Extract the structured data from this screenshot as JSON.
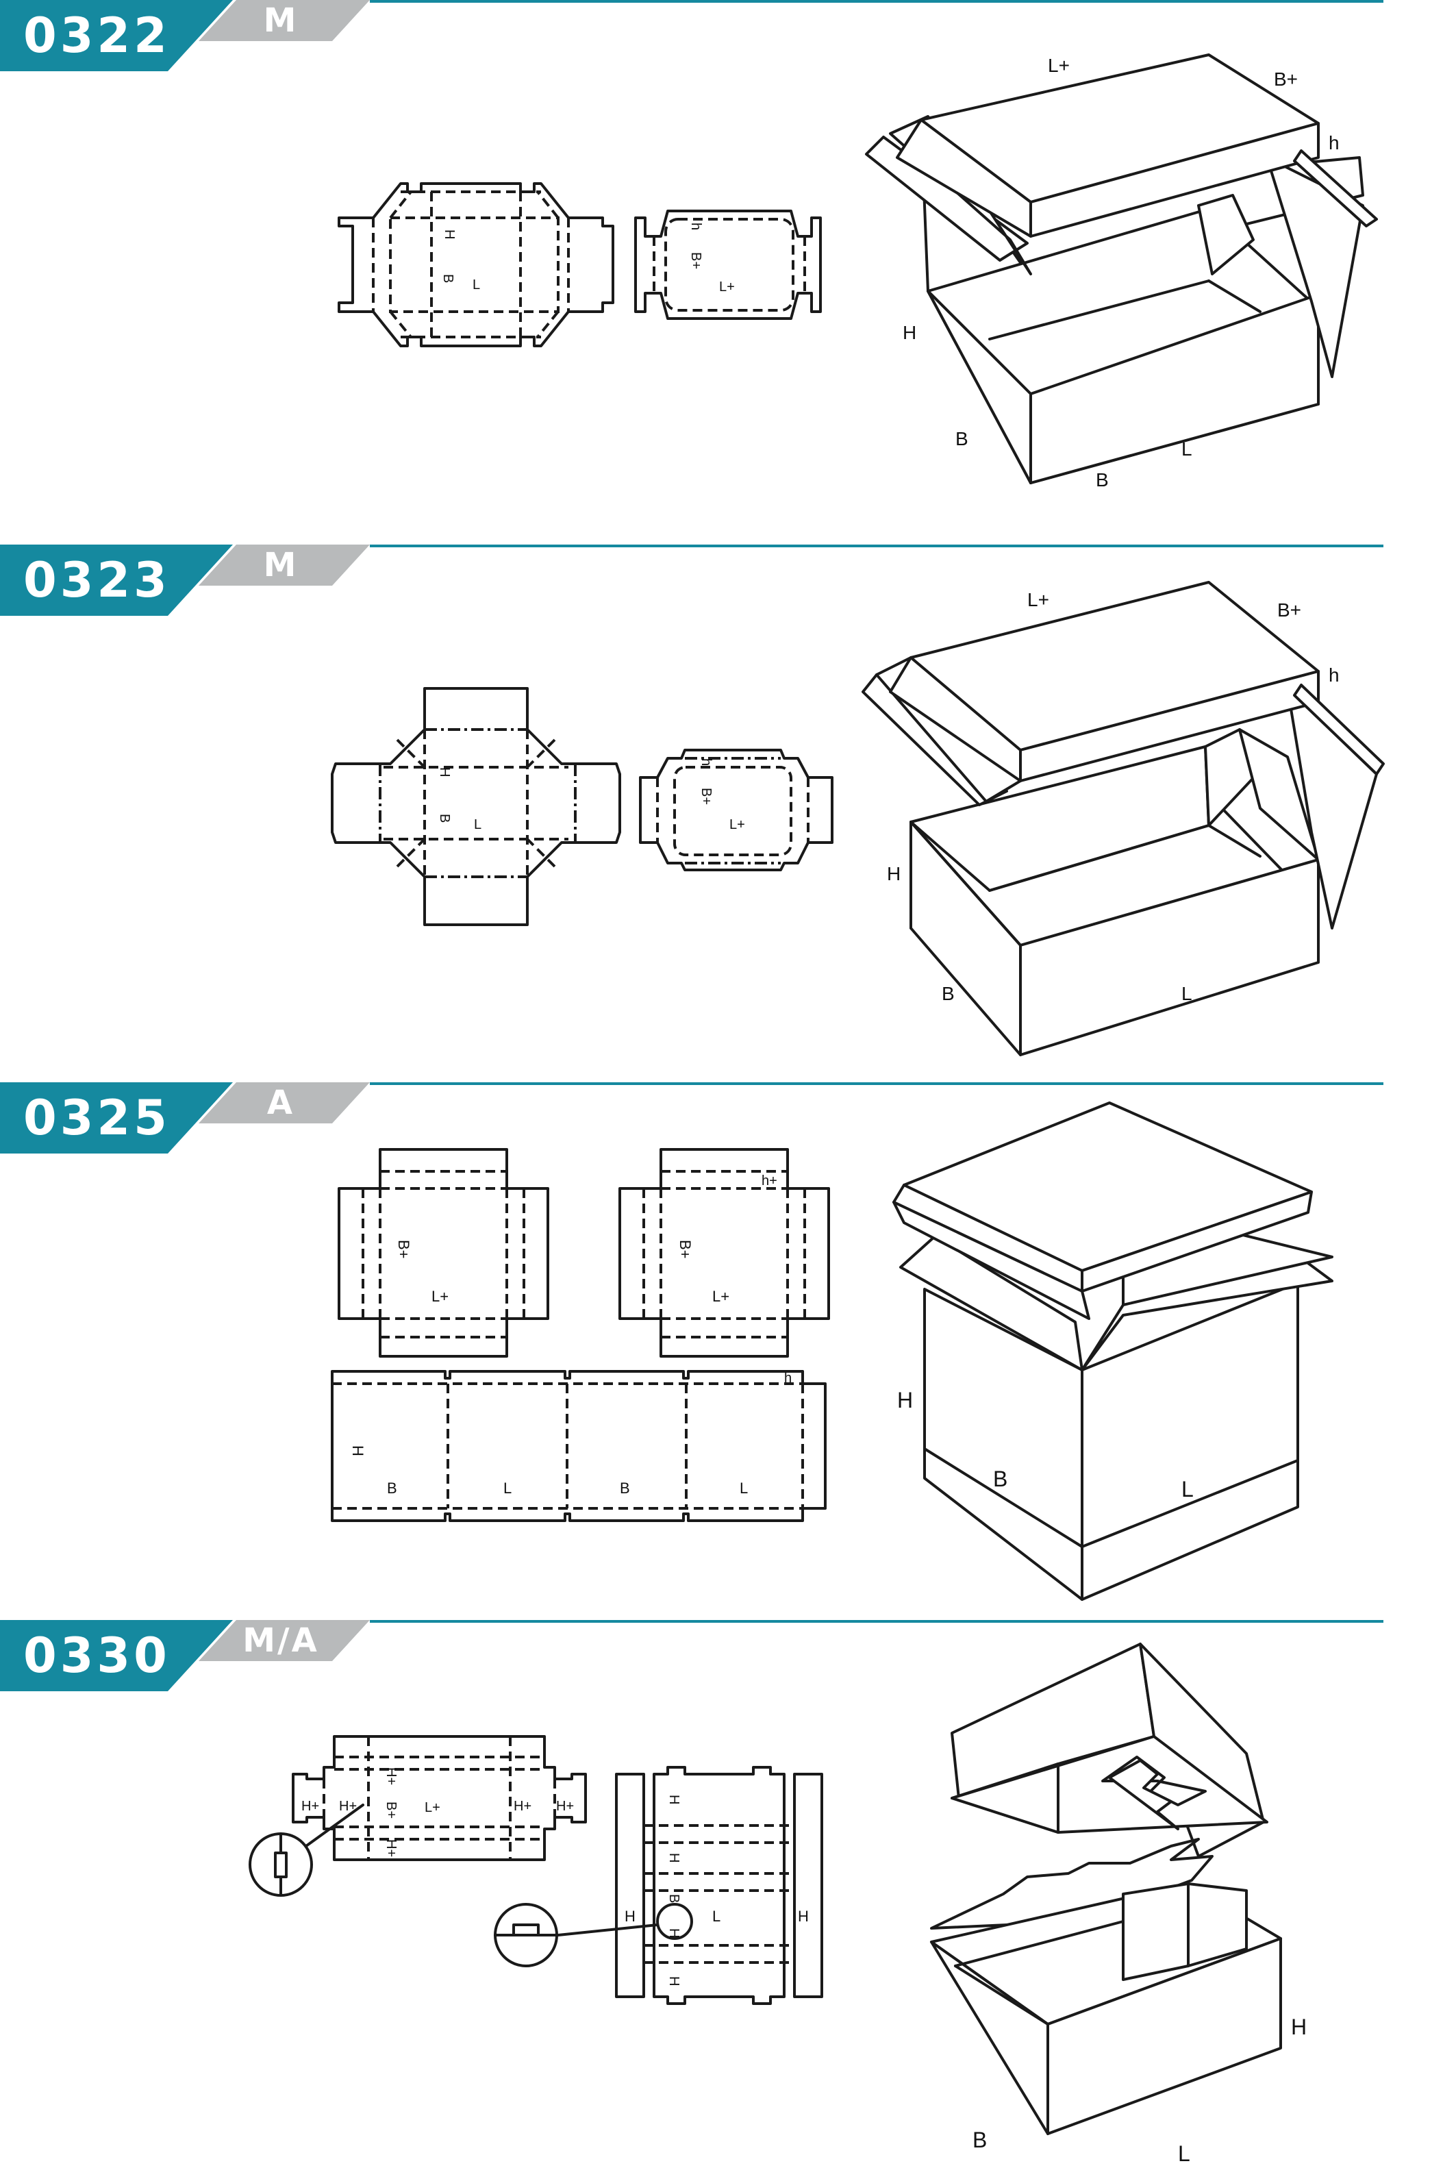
{
  "colors": {
    "teal": "#15899f",
    "grey": "#b8babb",
    "line": "#15899f",
    "ink": "#1a1a1a"
  },
  "sections": [
    {
      "code": "0322",
      "suffix": "M",
      "labels": {
        "f1_h": "H",
        "f1_b": "B",
        "f1_l": "L",
        "f2_h": "h",
        "f2_b": "B+",
        "f2_l": "L+",
        "d_lid_l": "L+",
        "d_lid_b": "B+",
        "d_lid_h": "h",
        "d_h": "H",
        "d_b1": "B",
        "d_b2": "B",
        "d_l": "L"
      }
    },
    {
      "code": "0323",
      "suffix": "M",
      "labels": {
        "f1_h": "H",
        "f1_b": "B",
        "f1_l": "L",
        "f2_h": "h",
        "f2_b": "B+",
        "f2_l": "L+",
        "d_lid_l": "L+",
        "d_lid_b": "B+",
        "d_lid_h": "h",
        "d_h": "H",
        "d_b": "B",
        "d_l": "L"
      }
    },
    {
      "code": "0325",
      "suffix": "A",
      "labels": {
        "lid1_b": "B+",
        "lid1_l": "L+",
        "lid2_h": "h+",
        "lid2_b": "B+",
        "lid2_l": "L+",
        "s_h": "H",
        "s_b1": "B",
        "s_l1": "L",
        "s_b2": "B",
        "s_l2": "L",
        "s_hh": "h",
        "d_h": "H",
        "d_b": "B",
        "d_l": "L"
      }
    },
    {
      "code": "0330",
      "suffix": "M/A",
      "labels": {
        "a_h1": "H+",
        "a_h2": "H+",
        "a_hl1": "H+",
        "a_hl2": "H+",
        "a_b": "B+",
        "a_l": "L+",
        "a_hr1": "H+",
        "a_hr2": "H+",
        "b_h1": "H",
        "b_h2": "H",
        "b_h3": "H",
        "b_h4": "H",
        "b_hl": "H",
        "b_b": "B",
        "b_l": "L",
        "b_hr": "H",
        "d_h": "H",
        "d_b": "B",
        "d_l": "L"
      }
    }
  ]
}
